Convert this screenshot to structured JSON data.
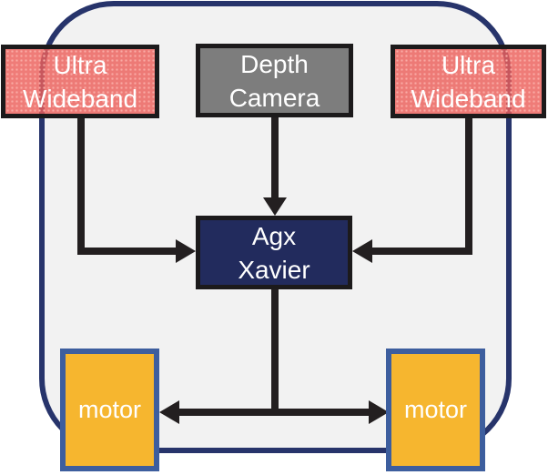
{
  "colors": {
    "canvas_bg": "#ffffff",
    "body_fill": "#f2f2f2",
    "body_border": "#27346b",
    "connector": "#231f20",
    "uwb_fill": "#ec5f5a",
    "uwb_dot": "#f9aaa4",
    "box_border": "#1c1a1b",
    "camera_fill": "#7d7d7d",
    "agx_fill": "#222b5d",
    "motor_fill": "#f6b62f",
    "motor_border": "#3d5e9e",
    "label_text": "#ffffff"
  },
  "nodes": {
    "uwb_left": {
      "lines": [
        "Ultra",
        "Wideband"
      ]
    },
    "depth_camera": {
      "lines": [
        "Depth",
        "Camera"
      ]
    },
    "uwb_right": {
      "lines": [
        "Ultra",
        "Wideband"
      ]
    },
    "agx_xavier": {
      "lines": [
        "Agx",
        "Xavier"
      ]
    },
    "motor_left": {
      "label": "motor"
    },
    "motor_right": {
      "label": "motor"
    }
  },
  "edges": [
    {
      "from": "uwb_left",
      "to": "agx_xavier",
      "style": "elbow-down-right, arrow into left side of Agx Xavier"
    },
    {
      "from": "uwb_right",
      "to": "agx_xavier",
      "style": "elbow-down-left, arrow into right side of Agx Xavier"
    },
    {
      "from": "depth_camera",
      "to": "agx_xavier",
      "style": "straight down, arrow into top of Agx Xavier"
    },
    {
      "from": "agx_xavier",
      "to": "motor_left",
      "style": "T-junction down then left, arrow into motor"
    },
    {
      "from": "agx_xavier",
      "to": "motor_right",
      "style": "T-junction down then right, arrow into motor"
    }
  ]
}
